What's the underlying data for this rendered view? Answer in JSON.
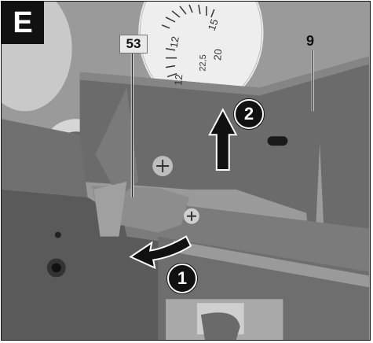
{
  "figure": {
    "letter": "E",
    "callouts": {
      "part_53": "53",
      "part_9": "9"
    },
    "steps": {
      "step_1": "1",
      "step_2": "2"
    },
    "scale_numbers": [
      "15",
      "20",
      "22,5",
      "12",
      "12"
    ]
  }
}
